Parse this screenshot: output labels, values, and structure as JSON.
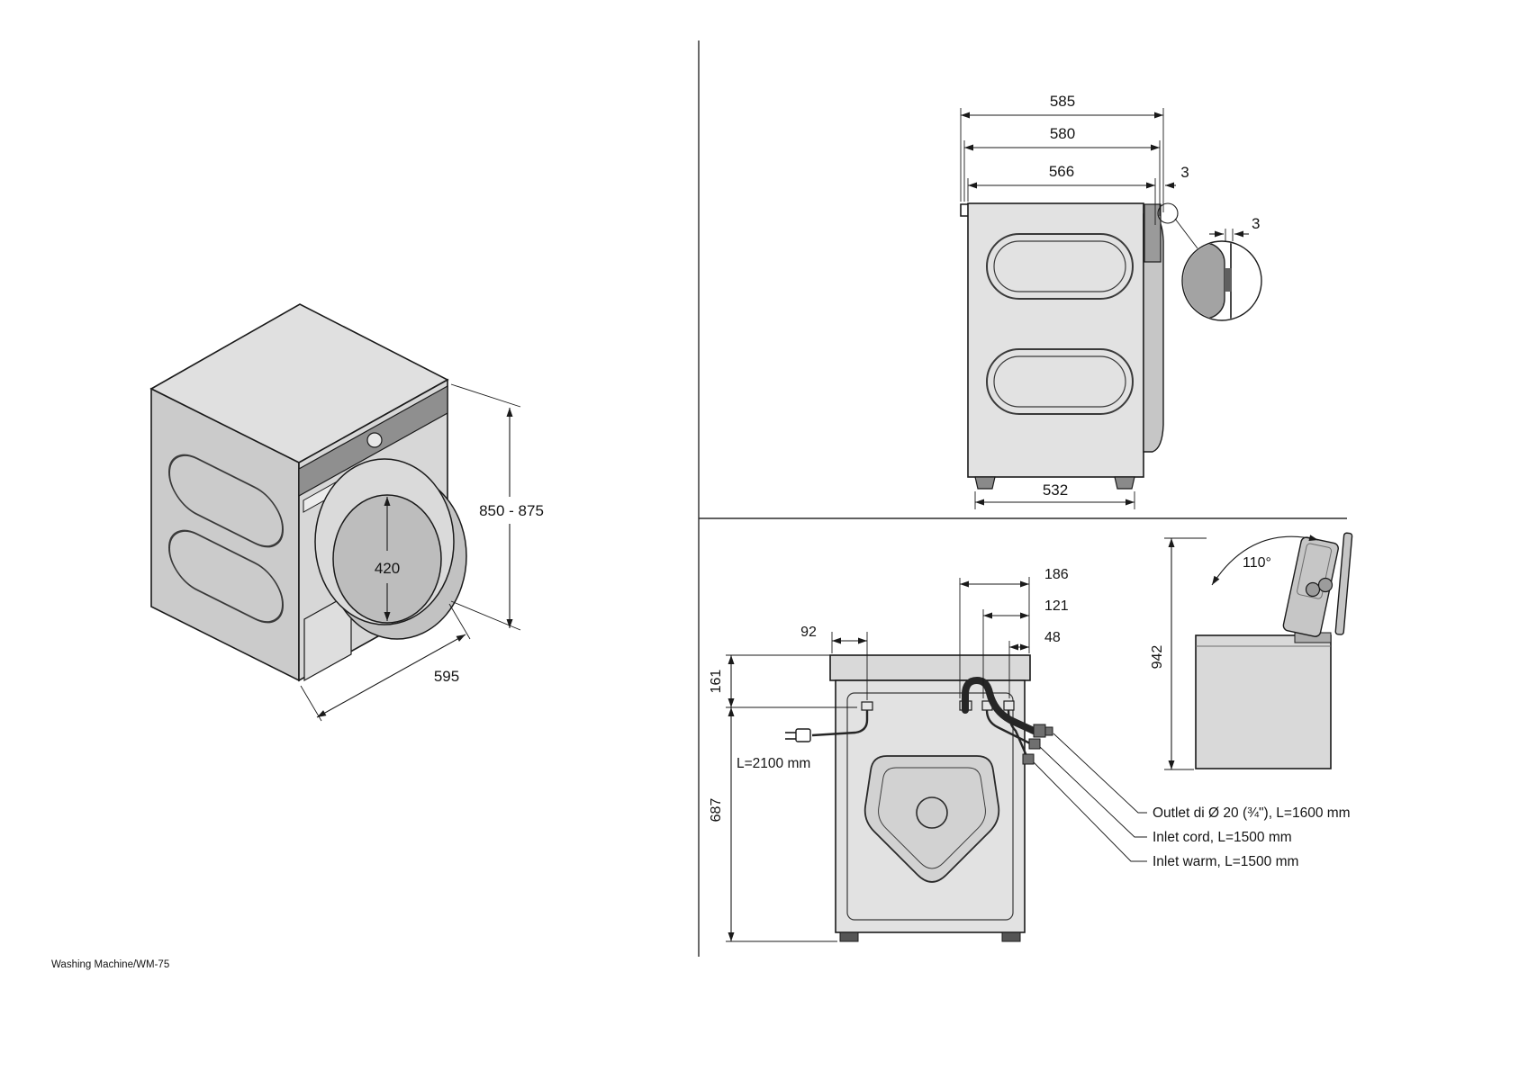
{
  "meta": {
    "footer": "Washing Machine/WM-75"
  },
  "palette": {
    "line": "#1a1a1a",
    "fill_body": "#d8d8d8",
    "fill_side": "#cbcbcb",
    "fill_panel": "#8f8f8f",
    "background": "#ffffff"
  },
  "isometric_view": {
    "height_label": "850 - 875",
    "door_diameter_label": "420",
    "depth_label": "595"
  },
  "side_view": {
    "depth_total_label": "585",
    "depth_with_door_label": "580",
    "depth_cabinet_label": "566",
    "gap_label": "3",
    "detail_gap_label": "3",
    "base_depth_label": "532"
  },
  "rear_view": {
    "outlet_offset_label": "186",
    "inlet_cold_offset_label": "121",
    "inlet_warm_offset_label": "48",
    "cord_offset_label": "92",
    "top_to_ports_label": "161",
    "ports_to_floor_label": "687",
    "cord_length_label": "L=2100 mm",
    "callouts": [
      {
        "label": "Outlet di Ø 20 (¾\"), L=1600 mm"
      },
      {
        "label": "Inlet cord, L=1500 mm"
      },
      {
        "label": "Inlet warm, L=1500 mm"
      }
    ]
  },
  "lid_view": {
    "opening_angle_label": "110°",
    "height_open_label": "942"
  }
}
